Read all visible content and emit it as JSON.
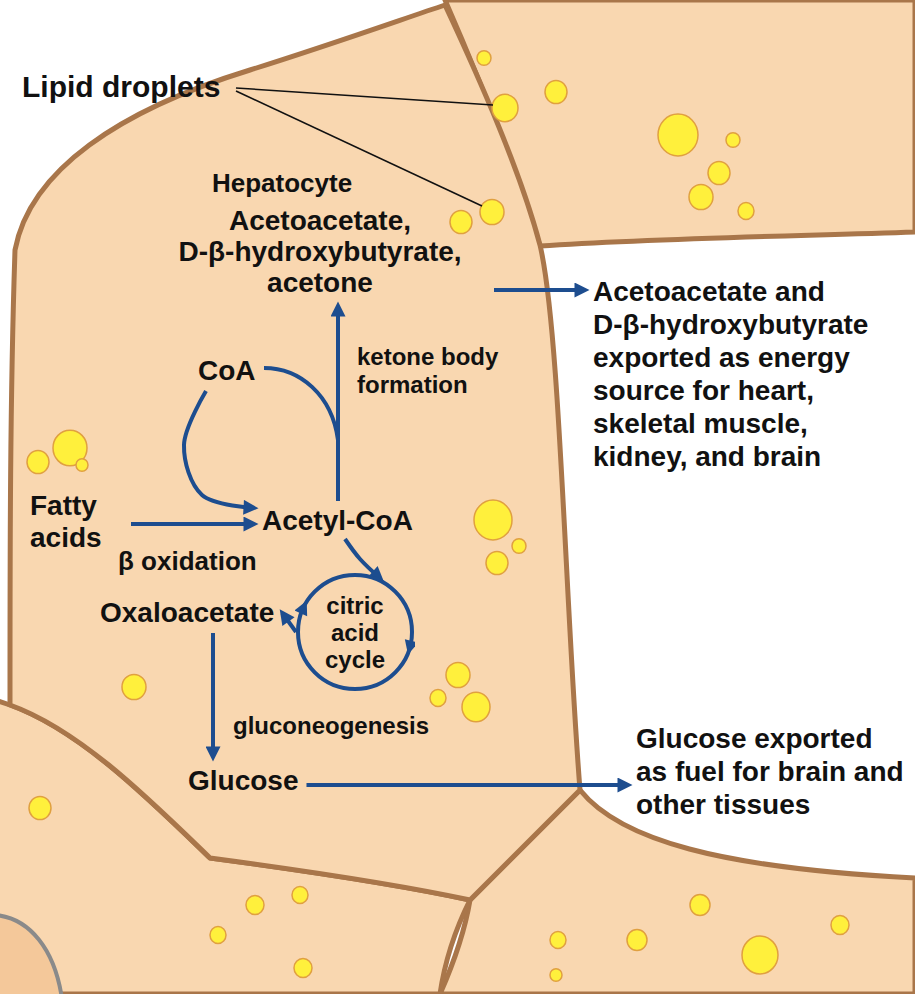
{
  "diagram": {
    "nodes": [
      {
        "text": [
          "Hepatocyte"
        ]
      },
      {
        "text": [
          "Acetoacetate, D-β-hydroxybutyrate, acetone"
        ],
        "in": 0
      },
      {
        "text": [
          "CoA"
        ],
        "in": 0
      },
      {
        "text": [
          "Fatty acids"
        ],
        "in": 0
      },
      {
        "text": [
          "Acetyl-CoA"
        ],
        "in": 0
      },
      {
        "text": [
          "Oxaloacetate"
        ],
        "in": 0
      },
      {
        "text": [
          "citric acid cycle"
        ],
        "in": 0
      },
      {
        "text": [
          "Glucose"
        ],
        "in": 0
      },
      {
        "text": [
          "Acetoacetate and D-β-hydroxybutyrate exported as energy source for heart, skeletal muscle, kidney, and brain"
        ]
      },
      {
        "text": [
          "Glucose exported as fuel for brain and other tissues"
        ]
      }
    ],
    "edges": [
      {
        "from": 3,
        "to": 4,
        "arrow": "to",
        "label": "β oxidation"
      },
      {
        "from": 2,
        "to": 4,
        "arrow": "to"
      },
      {
        "from": 4,
        "to": 1,
        "arrow": "to",
        "label": "ketone body formation"
      },
      {
        "from": 4,
        "to": 6,
        "arrow": "to"
      },
      {
        "from": 6,
        "to": 5,
        "arrow": "to"
      },
      {
        "from": 5,
        "to": 7,
        "arrow": "to",
        "label": "gluconeogenesis"
      },
      {
        "from": 1,
        "to": 8,
        "arrow": "to"
      },
      {
        "from": 7,
        "to": 9,
        "arrow": "to"
      }
    ],
    "labels": [
      "Lipid droplets"
    ]
  }
}
